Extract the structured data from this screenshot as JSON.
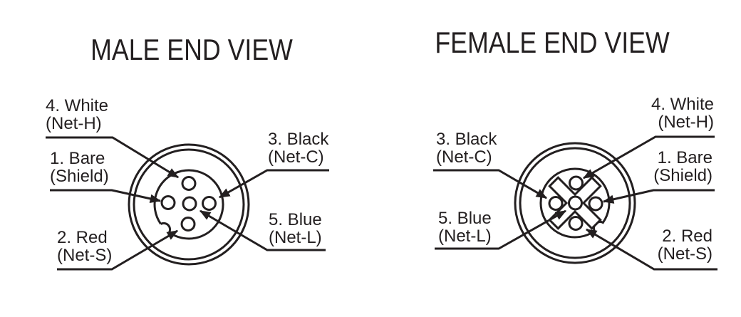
{
  "colors": {
    "ink": "#231f20",
    "background": "#ffffff"
  },
  "male_view": {
    "title": "MALE END VIEW",
    "labels": {
      "pin4": {
        "line1": "4. White",
        "line2": "(Net-H)"
      },
      "pin1": {
        "line1": "1. Bare",
        "line2": "(Shield)"
      },
      "pin3": {
        "line1": "3. Black",
        "line2": "(Net-C)"
      },
      "pin5": {
        "line1": "5. Blue",
        "line2": "(Net-L)"
      },
      "pin2": {
        "line1": "2. Red",
        "line2": "(Net-S)"
      }
    }
  },
  "female_view": {
    "title": "FEMALE END VIEW",
    "labels": {
      "pin4": {
        "line1": "4. White",
        "line2": "(Net-H)"
      },
      "pin1": {
        "line1": "1. Bare",
        "line2": "(Shield)"
      },
      "pin3": {
        "line1": "3. Black",
        "line2": "(Net-C)"
      },
      "pin5": {
        "line1": "5. Blue",
        "line2": "(Net-L)"
      },
      "pin2": {
        "line1": "2. Red",
        "line2": "(Net-S)"
      }
    }
  }
}
